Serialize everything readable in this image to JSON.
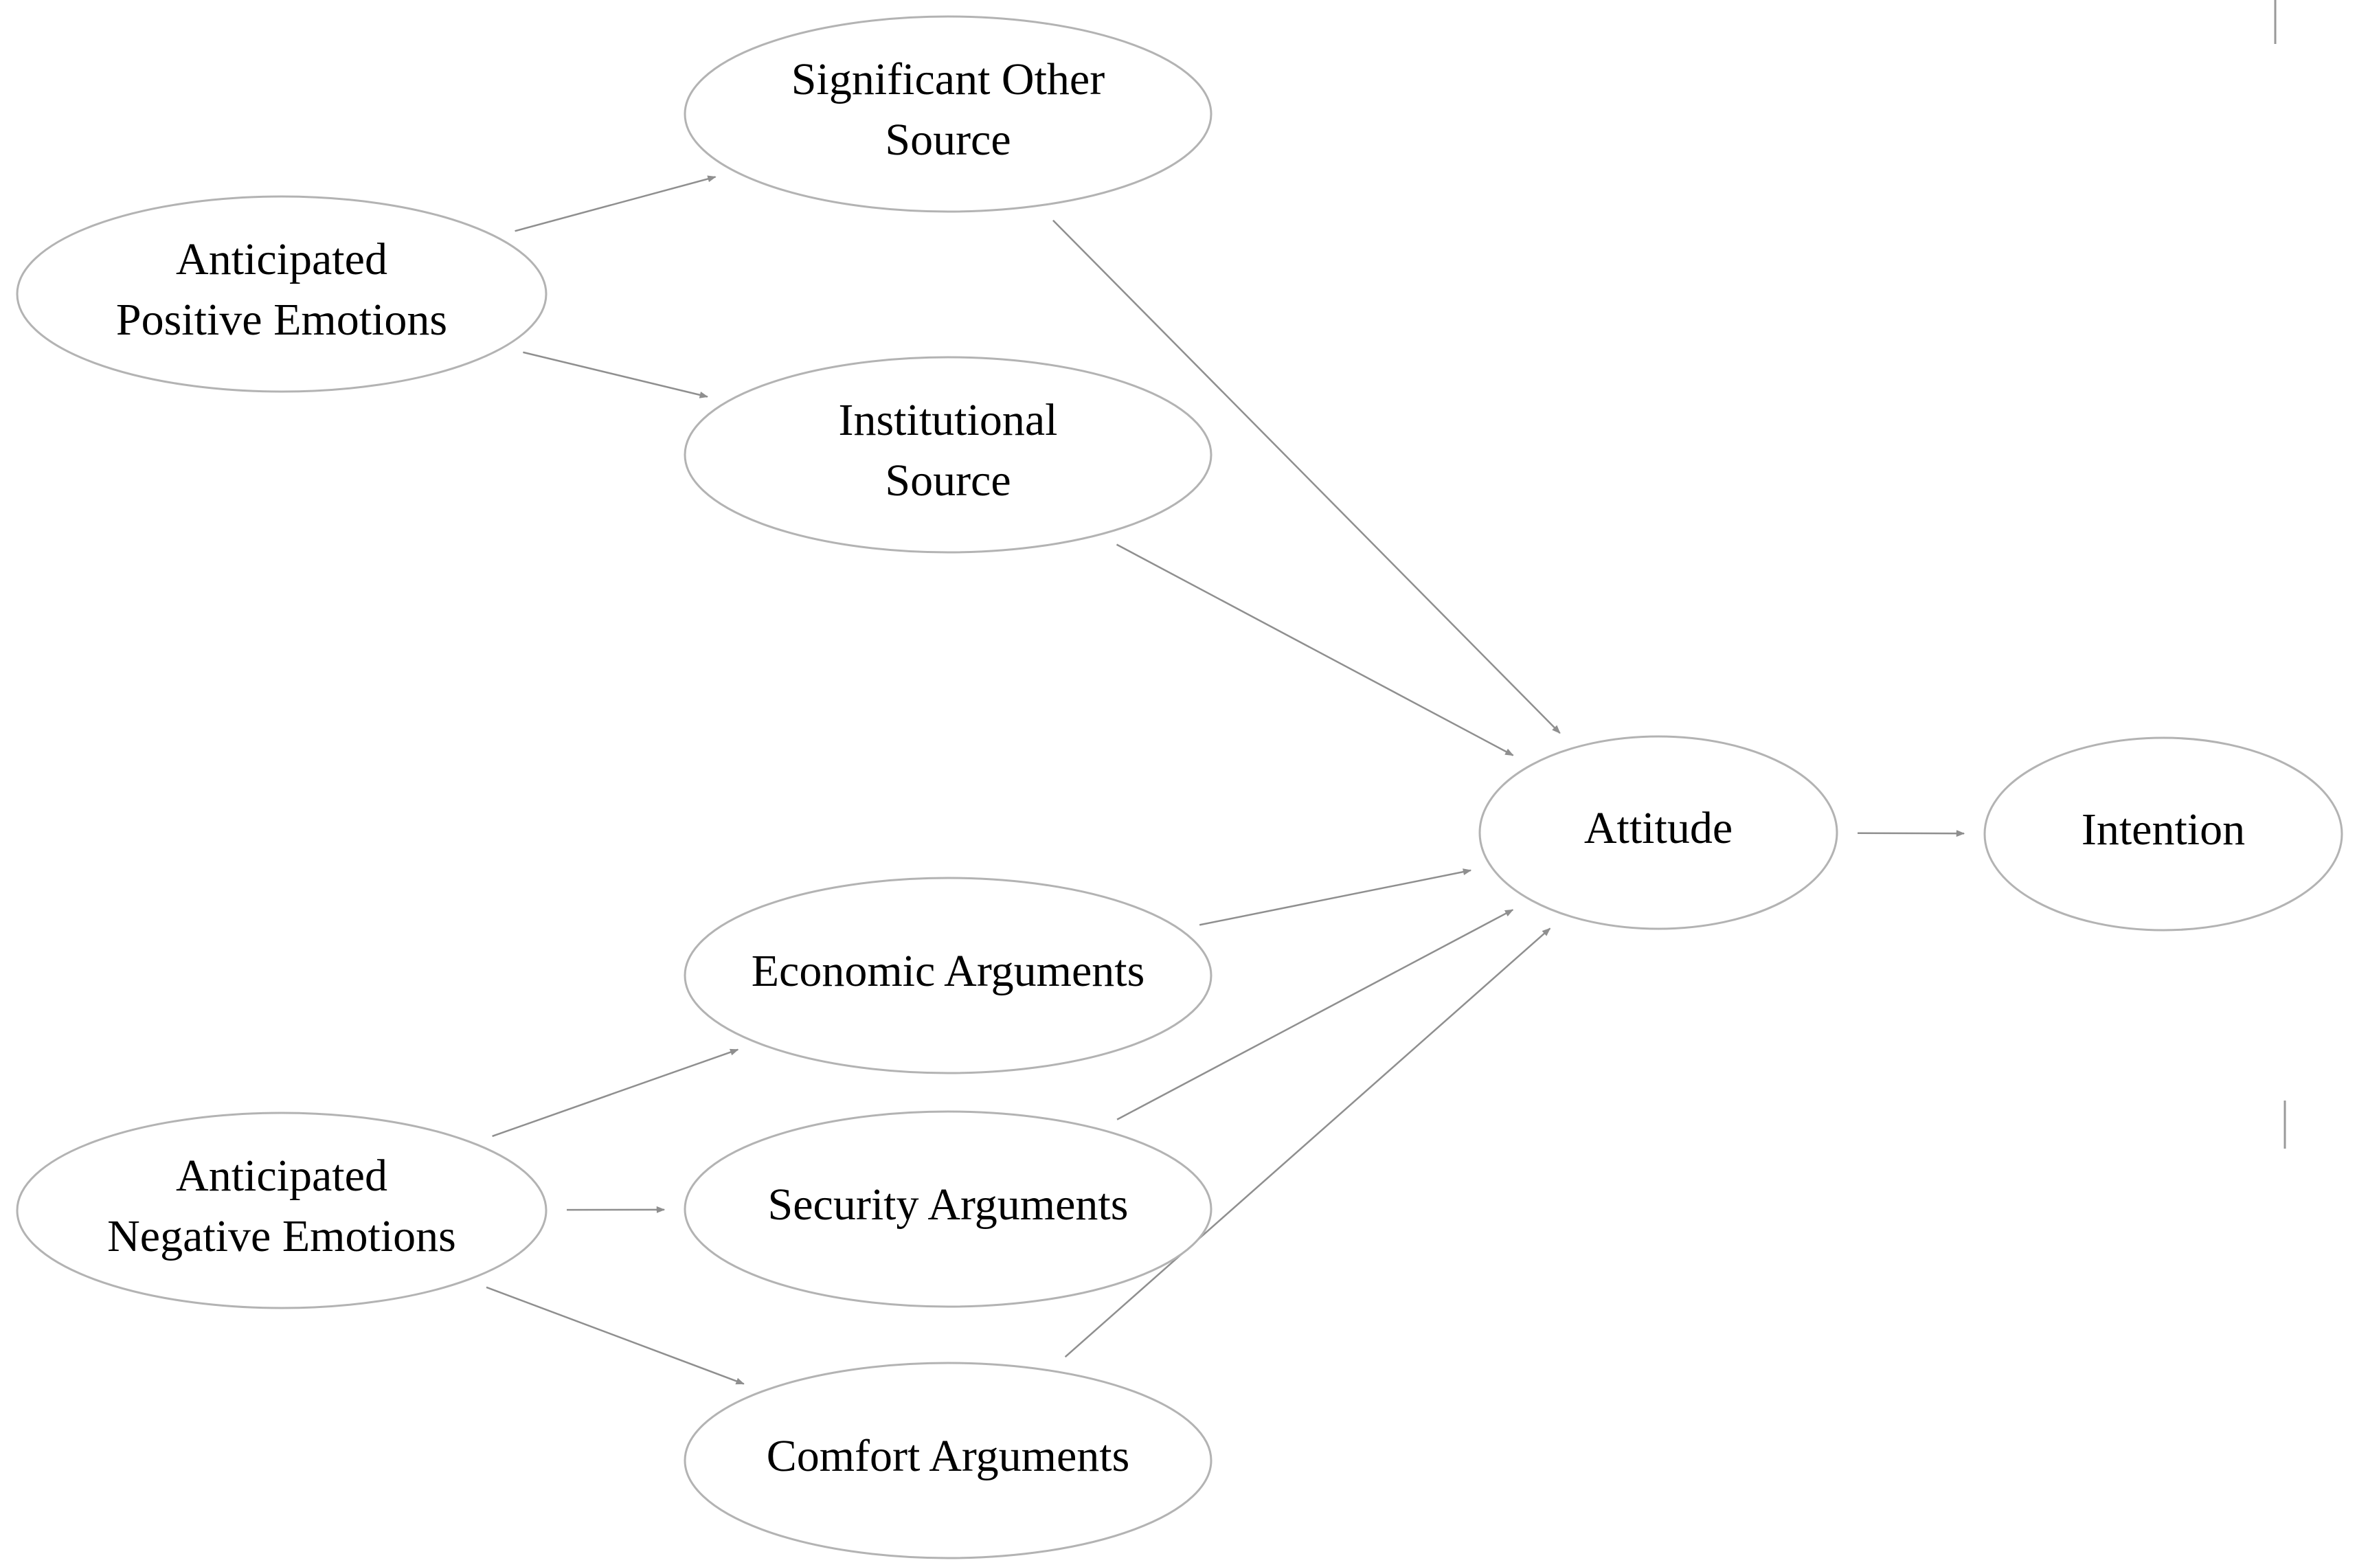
{
  "diagram": {
    "nodes": [
      {
        "id": "anticipated-positive-emotions",
        "lines": [
          "Anticipated",
          "Positive Emotions"
        ]
      },
      {
        "id": "significant-other-source",
        "lines": [
          "Significant Other",
          "Source"
        ]
      },
      {
        "id": "institutional-source",
        "lines": [
          "Institutional",
          "Source"
        ]
      },
      {
        "id": "attitude",
        "lines": [
          "Attitude"
        ]
      },
      {
        "id": "intention",
        "lines": [
          "Intention"
        ]
      },
      {
        "id": "economic-arguments",
        "lines": [
          "Economic Arguments"
        ]
      },
      {
        "id": "anticipated-negative-emotions",
        "lines": [
          "Anticipated",
          "Negative Emotions"
        ]
      },
      {
        "id": "security-arguments",
        "lines": [
          "Security Arguments"
        ]
      },
      {
        "id": "comfort-arguments",
        "lines": [
          "Comfort Arguments"
        ]
      }
    ],
    "edges": [
      {
        "from": "anticipated-positive-emotions",
        "to": "significant-other-source"
      },
      {
        "from": "anticipated-positive-emotions",
        "to": "institutional-source"
      },
      {
        "from": "significant-other-source",
        "to": "attitude"
      },
      {
        "from": "institutional-source",
        "to": "attitude"
      },
      {
        "from": "economic-arguments",
        "to": "attitude"
      },
      {
        "from": "security-arguments",
        "to": "attitude"
      },
      {
        "from": "comfort-arguments",
        "to": "attitude"
      },
      {
        "from": "attitude",
        "to": "intention"
      },
      {
        "from": "anticipated-negative-emotions",
        "to": "economic-arguments"
      },
      {
        "from": "anticipated-negative-emotions",
        "to": "security-arguments"
      },
      {
        "from": "anticipated-negative-emotions",
        "to": "comfort-arguments"
      }
    ]
  },
  "colors": {
    "ellipse_stroke": "#b3b3b3",
    "edge": "#8f8f8f",
    "text": "#000000",
    "background": "#ffffff"
  }
}
